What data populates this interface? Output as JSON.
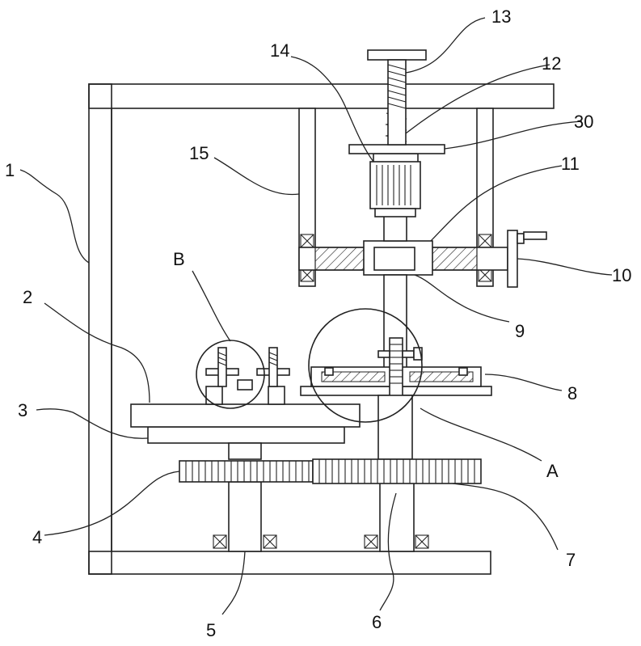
{
  "labels": {
    "l1": "1",
    "l2": "2",
    "l3": "3",
    "l4": "4",
    "l5": "5",
    "l6": "6",
    "l7": "7",
    "l8": "8",
    "l9": "9",
    "l10": "10",
    "l11": "11",
    "l12": "12",
    "l13": "13",
    "l14": "14",
    "l15": "15",
    "l30": "30",
    "lA": "A",
    "lB": "B"
  },
  "colors": {
    "stroke": "#222222",
    "background": "#ffffff"
  }
}
